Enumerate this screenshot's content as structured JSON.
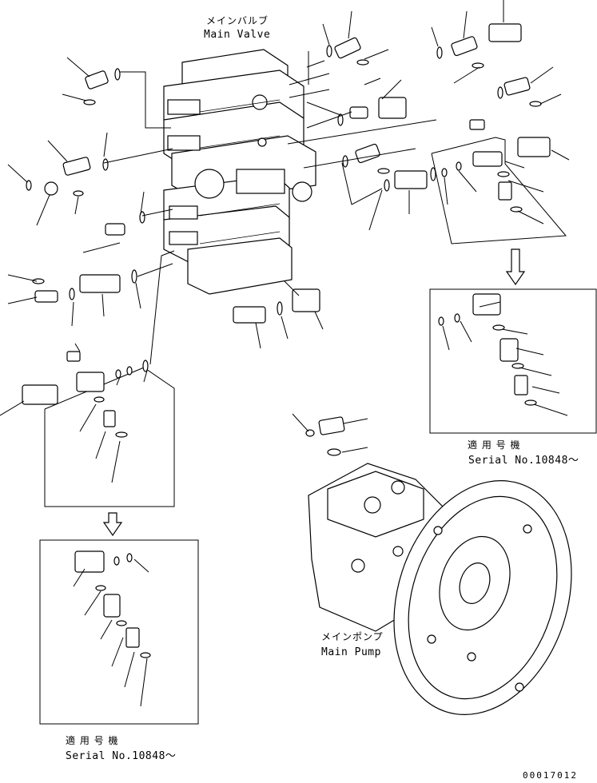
{
  "labels": {
    "main_valve_jp": "メインバルブ",
    "main_valve_en": "Main Valve",
    "main_pump_jp": "メインポンプ",
    "main_pump_en": "Main Pump",
    "serial_jp_right": "適 用 号 機",
    "serial_en_right": "Serial No.10848～",
    "serial_jp_left": "適 用 号 機",
    "serial_en_left": "Serial No.10848～",
    "figure_number": "00017012"
  }
}
